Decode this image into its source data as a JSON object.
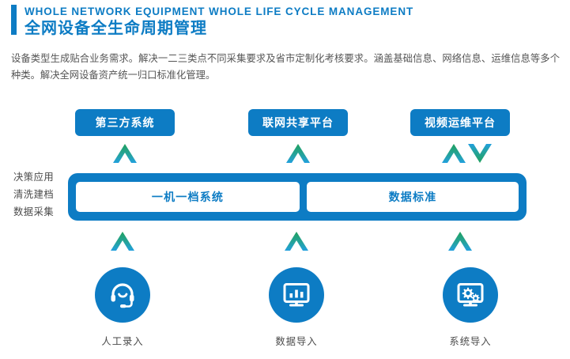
{
  "header": {
    "accent_color": "#0d7cc4",
    "title_en": "WHOLE NETWORK EQUIPMENT WHOLE LIFE CYCLE MANAGEMENT",
    "title_cn": "全网设备全生命周期管理"
  },
  "description": "设备类型生成贴合业务需求。解决一二三类点不同采集要求及省市定制化考核要求。涵盖基础信息、网络信息、运维信息等多个种类。解决全网设备资产统一归口标准化管理。",
  "diagram": {
    "top_systems": [
      {
        "label": "第三方系统",
        "arrow": "up"
      },
      {
        "label": "联网共享平台",
        "arrow": "up"
      },
      {
        "label": "视频运维平台",
        "arrow": "up-down"
      }
    ],
    "stage_labels": [
      "决策应用",
      "清洗建档",
      "数据采集"
    ],
    "platform_cards": [
      {
        "label": "一机一档系统"
      },
      {
        "label": "数据标准"
      }
    ],
    "sources": [
      {
        "icon": "headset-icon",
        "label": "人工录入"
      },
      {
        "icon": "monitor-chart-icon",
        "label": "数据导入"
      },
      {
        "icon": "monitor-gears-icon",
        "label": "系统导入"
      }
    ],
    "colors": {
      "blue": "#0d7cc4",
      "chevron_top": "#21a162",
      "chevron_bottom": "#23a0dc",
      "text_gray": "#4a4a4a"
    }
  }
}
